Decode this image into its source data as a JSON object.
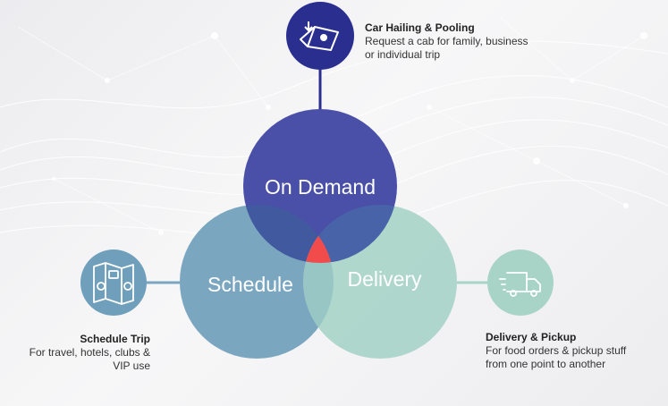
{
  "colors": {
    "on_demand": "#4a4fa8",
    "schedule": "#7aa6c0",
    "delivery": "#a8d4c8",
    "center": "#f24b4b",
    "car_icon_bg": "#2a2f8f",
    "schedule_icon_bg": "#6f9fbb",
    "delivery_icon_bg": "#a8d4c8"
  },
  "circles": {
    "on_demand": "On Demand",
    "schedule": "Schedule",
    "delivery": "Delivery"
  },
  "icons": {
    "car": "map-pin-car-icon",
    "schedule": "folded-map-pins-icon",
    "delivery": "delivery-truck-icon"
  },
  "captions": {
    "car": {
      "title": "Car Hailing & Pooling",
      "desc_line1": "Request a cab for family, business",
      "desc_line2": "or individual trip"
    },
    "schedule": {
      "title": "Schedule Trip",
      "desc_line1": "For travel, hotels, clubs &",
      "desc_line2": "VIP use"
    },
    "delivery": {
      "title": "Delivery & Pickup",
      "desc_line1": "For food orders & pickup stuff",
      "desc_line2": "from one point to another"
    }
  }
}
